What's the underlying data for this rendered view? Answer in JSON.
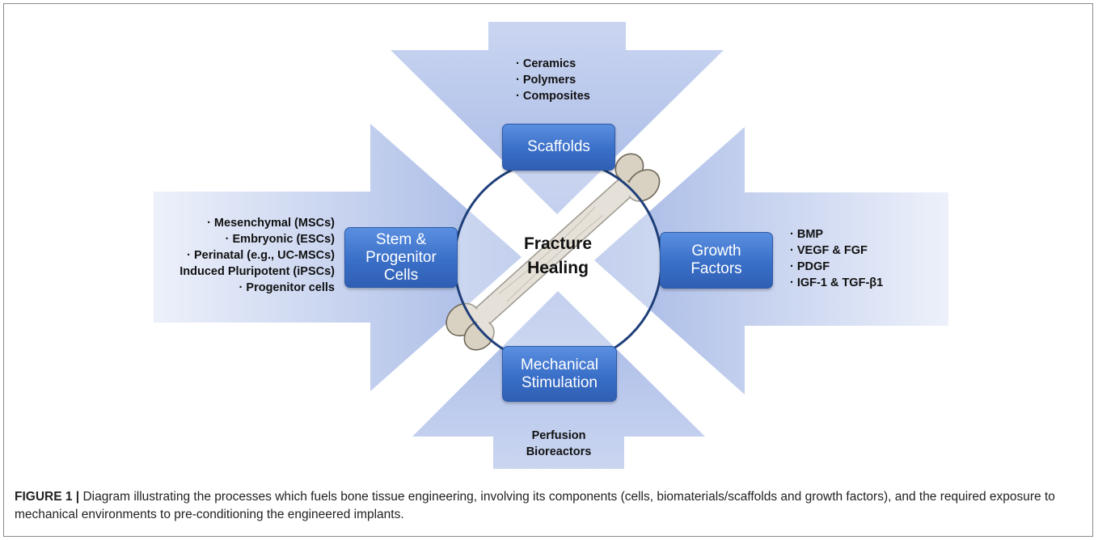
{
  "diagram": {
    "center_label": "Fracture\nHealing",
    "scaffolds": {
      "title": "Scaffolds",
      "items": [
        "Ceramics",
        "Polymers",
        "Composites"
      ]
    },
    "stem_cells": {
      "title": "Stem &\nProgenitor\nCells",
      "items": [
        "Mesenchymal (MSCs)",
        "Embryonic (ESCs)",
        "Perinatal (e.g., UC-MSCs)",
        "Induced Pluripotent (iPSCs)",
        "Progenitor cells"
      ],
      "bullets": [
        true,
        true,
        true,
        false,
        true
      ]
    },
    "growth_factors": {
      "title": "Growth\nFactors",
      "items": [
        "BMP",
        "VEGF & FGF",
        "PDGF",
        "IGF-1 & TGF-β1"
      ]
    },
    "mechanical": {
      "title": "Mechanical\nStimulation",
      "items": [
        "Perfusion",
        "Bioreactors"
      ]
    }
  },
  "caption": {
    "label": "FIGURE 1 |",
    "text": "Diagram illustrating the processes which fuels bone tissue engineering, involving its components (cells, biomaterials/scaffolds and growth factors), and the required exposure to mechanical environments to pre-conditioning the engineered implants."
  },
  "colors": {
    "arrow_fill": "#b3c3ea",
    "box_fill": "#3a6fc8",
    "circle_stroke": "#1f3f7a",
    "bone": "#d9d2c3"
  }
}
